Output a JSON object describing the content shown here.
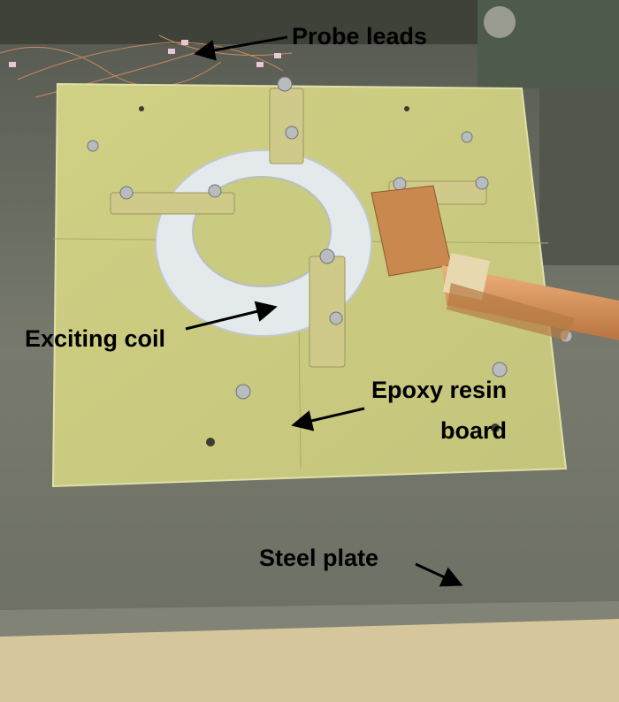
{
  "labels": {
    "probe_leads": "Probe leads",
    "exciting_coil": "Exciting coil",
    "epoxy_line1": "Epoxy resin",
    "epoxy_line2": "board",
    "steel_plate": "Steel plate"
  },
  "colors": {
    "steel": "#6e7266",
    "board": "#c9cb7e",
    "coil": "#e6ebee",
    "copper": "#d8935a",
    "wood": "#d9c9a0"
  }
}
